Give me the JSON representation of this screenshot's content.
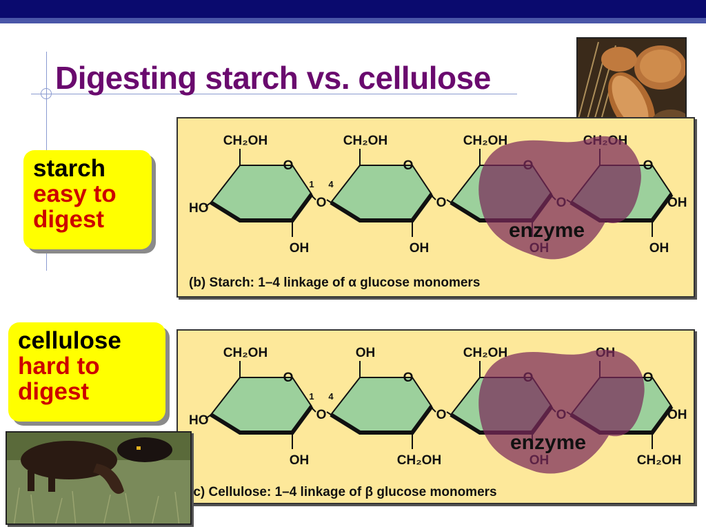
{
  "slide": {
    "title": "Digesting starch vs. cellulose"
  },
  "labels": {
    "starch": {
      "line1": "starch",
      "line2": "easy to",
      "line3": "digest"
    },
    "cellulose": {
      "line1": "cellulose",
      "line2": "hard to",
      "line3": "digest"
    }
  },
  "starch_panel": {
    "caption": "(b) Starch: 1–4 linkage of α glucose monomers",
    "top_groups": [
      "CH₂OH",
      "CH₂OH",
      "CH₂OH",
      "CH₂OH"
    ],
    "bottom_groups": [
      "OH",
      "OH",
      "OH",
      "OH"
    ],
    "ends": {
      "left": "HO",
      "right": "OH"
    },
    "ring_o": "O",
    "link_o": "O",
    "link_numbers": {
      "a": "1",
      "b": "4"
    },
    "enzyme": "enzyme"
  },
  "cellulose_panel": {
    "caption": "(c) Cellulose: 1–4 linkage of β glucose monomers",
    "top_groups": [
      "CH₂OH",
      "OH",
      "CH₂OH",
      "OH"
    ],
    "bottom_groups": [
      "OH",
      "CH₂OH",
      "OH",
      "CH₂OH"
    ],
    "ends": {
      "left": "HO",
      "right": "OH"
    },
    "ring_o": "O",
    "link_o": "O",
    "link_numbers": {
      "a": "1",
      "b": "4"
    },
    "enzyme": "enzyme"
  },
  "colors": {
    "title": "#6a0a6e",
    "highlight": "#ffff00",
    "label_red": "#cc0000",
    "panel_bg": "#fde89a",
    "ring_fill": "#9cd09c",
    "enzyme_fill": "#7a2a5a"
  },
  "icons": {
    "bread": "bread-photo",
    "cows": "cow-grazing-photo"
  }
}
